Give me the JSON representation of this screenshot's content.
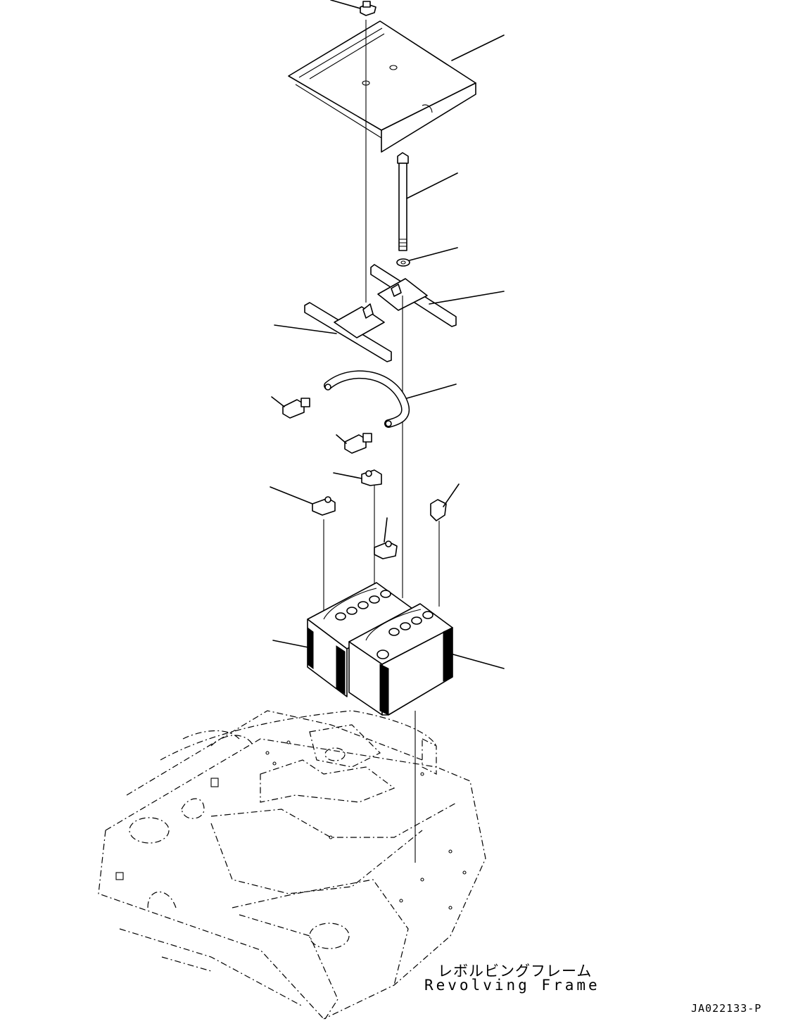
{
  "frame_label": {
    "japanese": "レボルビングフレーム",
    "english": "Revolving Frame"
  },
  "drawing_code": "JA022133-P"
}
